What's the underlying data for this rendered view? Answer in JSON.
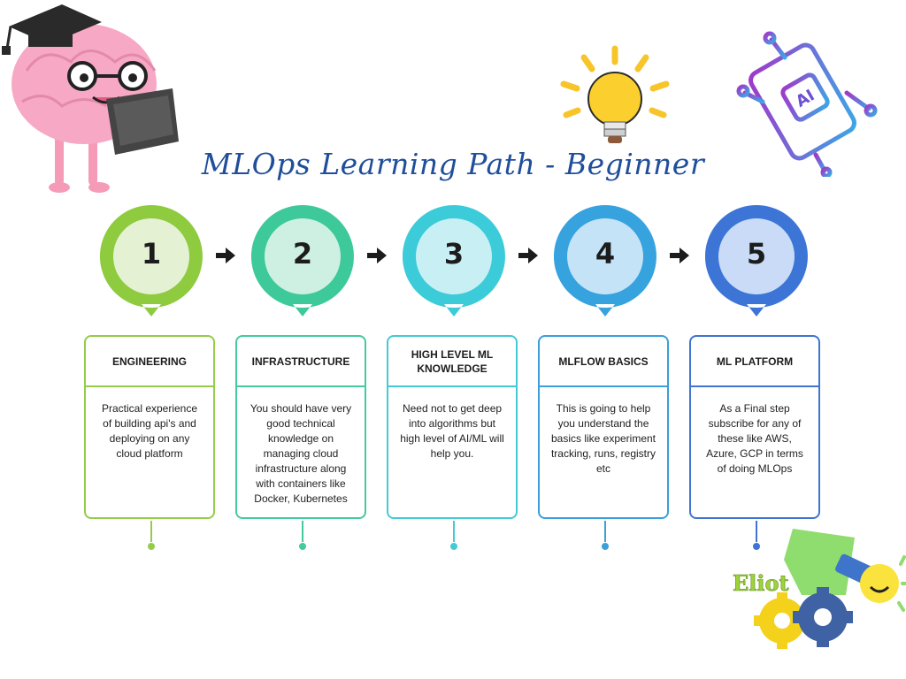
{
  "title": "MLOps Learning Path - Beginner",
  "logo_text": "Eliot",
  "steps": [
    {
      "number": "1",
      "title": "ENGINEERING",
      "body": "Practical experience of building api's and deploying on any cloud platform",
      "outer": "#8fcb3f",
      "inner": "#e4f2d3",
      "line": "#95cc4a"
    },
    {
      "number": "2",
      "title": "INFRASTRUCTURE",
      "body": "You should have very good technical knowledge on managing cloud infrastructure along with containers like Docker, Kubernetes",
      "outer": "#3dc99a",
      "inner": "#cdf0e2",
      "line": "#45c9a0"
    },
    {
      "number": "3",
      "title": "HIGH LEVEL ML KNOWLEDGE",
      "body": "Need not to get deep into algorithms but high level of AI/ML will help you.",
      "outer": "#3ccbd8",
      "inner": "#c8f0f4",
      "line": "#43cad5"
    },
    {
      "number": "4",
      "title": "MLFLOW BASICS",
      "body": "This is going to help you understand the basics like experiment tracking, runs, registry etc",
      "outer": "#36a3df",
      "inner": "#c5e3f7",
      "line": "#3b9fda"
    },
    {
      "number": "5",
      "title": "ML PLATFORM",
      "body": "As a Final step subscribe for any of these like AWS, Azure, GCP in terms of doing MLOps",
      "outer": "#3d75d6",
      "inner": "#c9dbf7",
      "line": "#3f74d2"
    }
  ]
}
